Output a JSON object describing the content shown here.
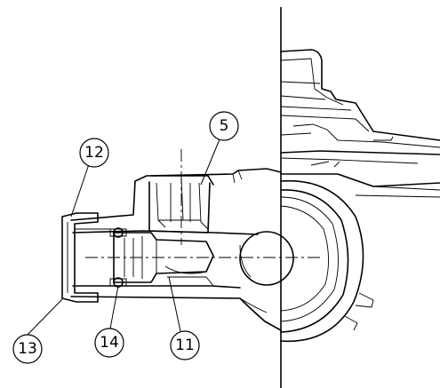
{
  "callouts": {
    "c5": "5",
    "c11": "11",
    "c12": "12",
    "c13": "13",
    "c14": "14"
  }
}
